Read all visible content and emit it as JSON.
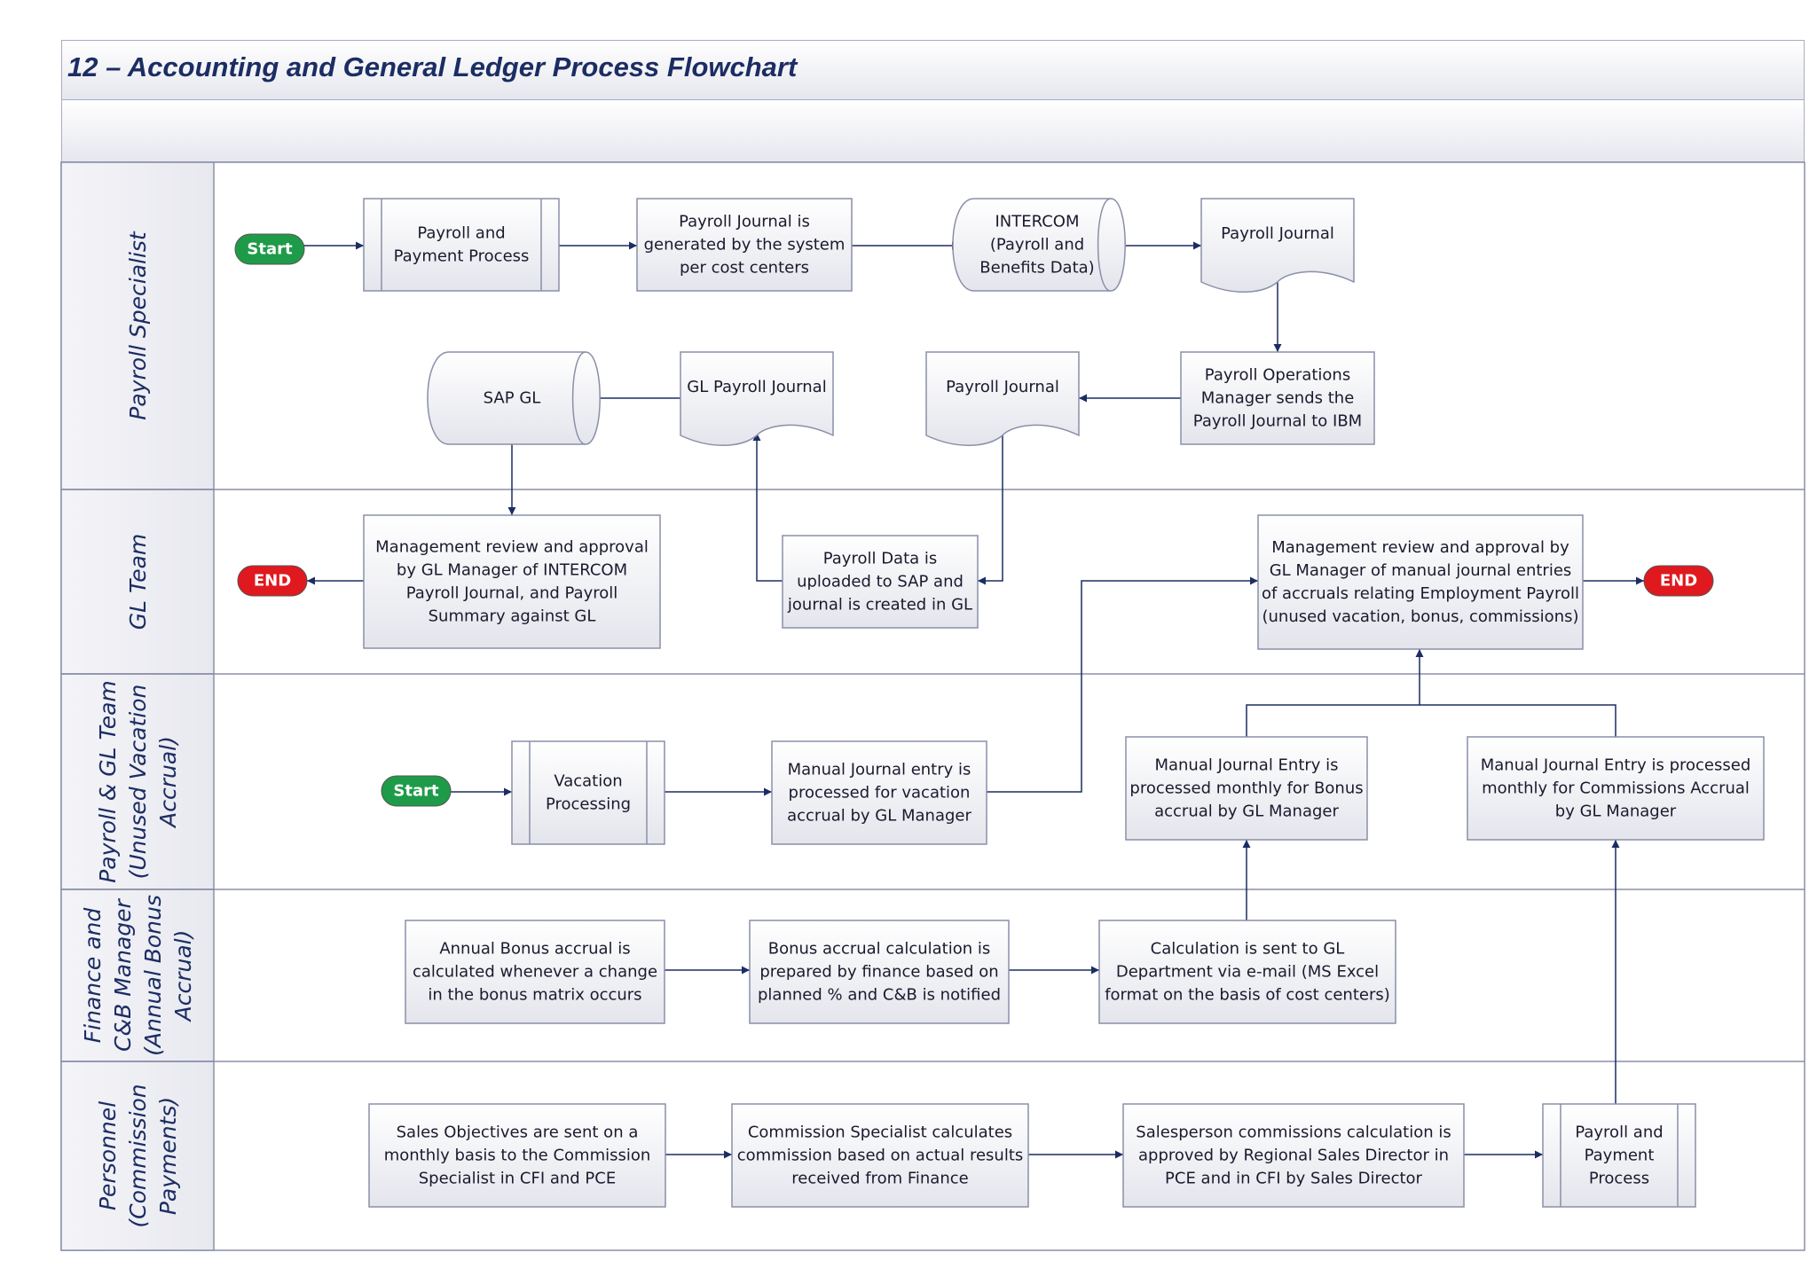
{
  "title": "12 – Accounting and General Ledger Process Flowchart",
  "lanes": [
    {
      "label": [
        "Payroll Specialist"
      ]
    },
    {
      "label": [
        "GL Team"
      ]
    },
    {
      "label": [
        "Payroll & GL Team",
        "(Unused Vacation",
        "Accrual)"
      ]
    },
    {
      "label": [
        "Finance and",
        "C&B Manager",
        "(Annual Bonus",
        "Accrual)"
      ]
    },
    {
      "label": [
        "Personnel",
        "(Commission",
        "Payments)"
      ]
    }
  ],
  "nodes": {
    "start1": {
      "text": [
        "Start"
      ]
    },
    "payroll_payment_process": {
      "text": [
        "Payroll and",
        "Payment Process"
      ]
    },
    "payroll_journal_generated": {
      "text": [
        "Payroll Journal is",
        "generated by the system",
        "per cost centers"
      ]
    },
    "intercom": {
      "text": [
        "INTERCOM",
        "(Payroll and",
        "Benefits Data)"
      ]
    },
    "payroll_journal_doc1": {
      "text": [
        "Payroll Journal"
      ]
    },
    "payroll_ops_manager": {
      "text": [
        "Payroll Operations",
        "Manager sends the",
        "Payroll Journal to IBM"
      ]
    },
    "payroll_journal_doc2": {
      "text": [
        "Payroll Journal"
      ]
    },
    "gl_payroll_journal": {
      "text": [
        "GL Payroll Journal"
      ]
    },
    "sap_gl": {
      "text": [
        "SAP GL"
      ]
    },
    "mgmt_review_intercom": {
      "text": [
        "Management review and approval",
        "by GL Manager of INTERCOM",
        "Payroll Journal, and Payroll",
        "Summary against GL"
      ]
    },
    "end1": {
      "text": [
        "END"
      ]
    },
    "payroll_data_uploaded": {
      "text": [
        "Payroll Data is",
        "uploaded to SAP and",
        "journal is created in GL"
      ]
    },
    "mgmt_review_manual": {
      "text": [
        "Management review and approval by",
        "GL Manager of manual journal entries",
        "of accruals relating Employment Payroll",
        "(unused vacation, bonus, commissions)"
      ]
    },
    "end2": {
      "text": [
        "END"
      ]
    },
    "start2": {
      "text": [
        "Start"
      ]
    },
    "vacation_processing": {
      "text": [
        "Vacation",
        "Processing"
      ]
    },
    "manual_je_vacation": {
      "text": [
        "Manual Journal entry is",
        "processed for vacation",
        "accrual by GL Manager"
      ]
    },
    "manual_je_bonus": {
      "text": [
        "Manual Journal Entry is",
        "processed monthly for Bonus",
        "accrual by GL Manager"
      ]
    },
    "manual_je_commissions": {
      "text": [
        "Manual Journal Entry is processed",
        "monthly  for Commissions Accrual",
        "by GL Manager"
      ]
    },
    "annual_bonus_calc": {
      "text": [
        "Annual Bonus accrual is",
        "calculated whenever a change",
        "in the bonus matrix occurs"
      ]
    },
    "bonus_calc_prepared": {
      "text": [
        "Bonus accrual calculation is",
        "prepared by finance based on",
        "planned % and C&B is notified"
      ]
    },
    "calc_sent_gl": {
      "text": [
        "Calculation is sent to GL",
        "Department via e-mail (MS Excel",
        "format on the basis of cost centers)"
      ]
    },
    "sales_objectives": {
      "text": [
        "Sales Objectives are sent on a",
        "monthly basis to the Commission",
        "Specialist in CFI and PCE"
      ]
    },
    "commission_specialist": {
      "text": [
        "Commission Specialist calculates",
        "commission based on actual results",
        "received from Finance"
      ]
    },
    "salesperson_commissions": {
      "text": [
        "Salesperson commissions calculation is",
        "approved by Regional Sales Director in",
        "PCE and in CFI by Sales Director"
      ]
    },
    "payroll_payment_process2": {
      "text": [
        "Payroll and",
        "Payment",
        "Process"
      ]
    }
  },
  "colors": {
    "line": "#1b2d63",
    "border": "#8a8fa8",
    "box_fill_top": "#ffffff",
    "box_fill_bottom": "#e4e5ec",
    "start": "#1e9b48",
    "end": "#e0191f"
  }
}
